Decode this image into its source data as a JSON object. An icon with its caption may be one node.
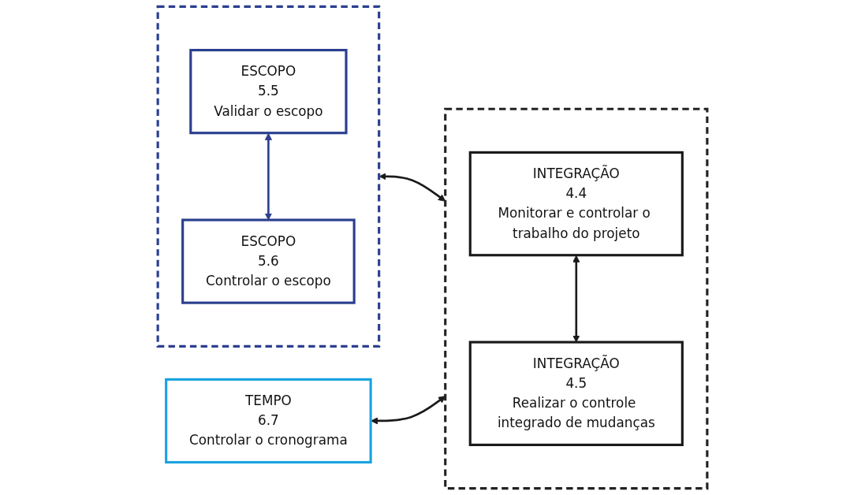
{
  "diagram": {
    "nodes": [
      {
        "text": [],
        "shape": "box"
      },
      {
        "text": [
          "ESCOPO",
          "5.5",
          "Validar o escopo"
        ],
        "in": 0
      },
      {
        "text": [
          "ESCOPO",
          "5.6",
          "Controlar o escopo"
        ],
        "in": 0
      },
      {
        "text": [],
        "shape": "box"
      },
      {
        "text": [
          "INTEGRAÇÃO",
          "4.4",
          "Monitorar e controlar o trabalho do projeto"
        ],
        "in": 3
      },
      {
        "text": [
          "INTEGRAÇÃO",
          "4.5",
          "Realizar o controle integrado de mudanças"
        ],
        "in": 3
      },
      {
        "text": [
          "TEMPO",
          "6.7",
          "Controlar o cronograma"
        ]
      }
    ],
    "edges": [
      {
        "from": 1,
        "to": 2,
        "arrow": "both",
        "color": "#2b3f8f"
      },
      {
        "from": 0,
        "to": 3,
        "arrow": "both"
      },
      {
        "from": 4,
        "to": 5,
        "arrow": "both"
      },
      {
        "from": 6,
        "to": 3,
        "arrow": "both"
      }
    ]
  }
}
